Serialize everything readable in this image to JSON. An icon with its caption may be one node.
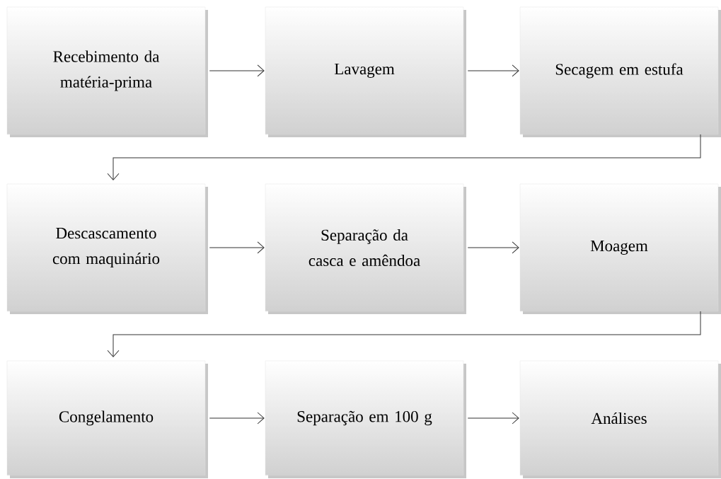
{
  "diagram": {
    "nodes": [
      {
        "text": [
          "Recebimento da matéria-prima"
        ]
      },
      {
        "text": [
          "Lavagem"
        ]
      },
      {
        "text": [
          "Secagem em estufa"
        ]
      },
      {
        "text": [
          "Descascamento com maquinário"
        ]
      },
      {
        "text": [
          "Separação da casca e amêndoa"
        ]
      },
      {
        "text": [
          "Moagem"
        ]
      },
      {
        "text": [
          "Congelamento"
        ]
      },
      {
        "text": [
          "Separação em 100 g"
        ]
      },
      {
        "text": [
          "Análises"
        ]
      }
    ],
    "edges": [
      {
        "from": 0,
        "to": 1,
        "arrow": "to"
      },
      {
        "from": 1,
        "to": 2,
        "arrow": "to"
      },
      {
        "from": 2,
        "to": 3,
        "arrow": "to"
      },
      {
        "from": 3,
        "to": 4,
        "arrow": "to"
      },
      {
        "from": 4,
        "to": 5,
        "arrow": "to"
      },
      {
        "from": 5,
        "to": 6,
        "arrow": "to"
      },
      {
        "from": 6,
        "to": 7,
        "arrow": "to"
      },
      {
        "from": 7,
        "to": 8,
        "arrow": "to"
      }
    ]
  }
}
